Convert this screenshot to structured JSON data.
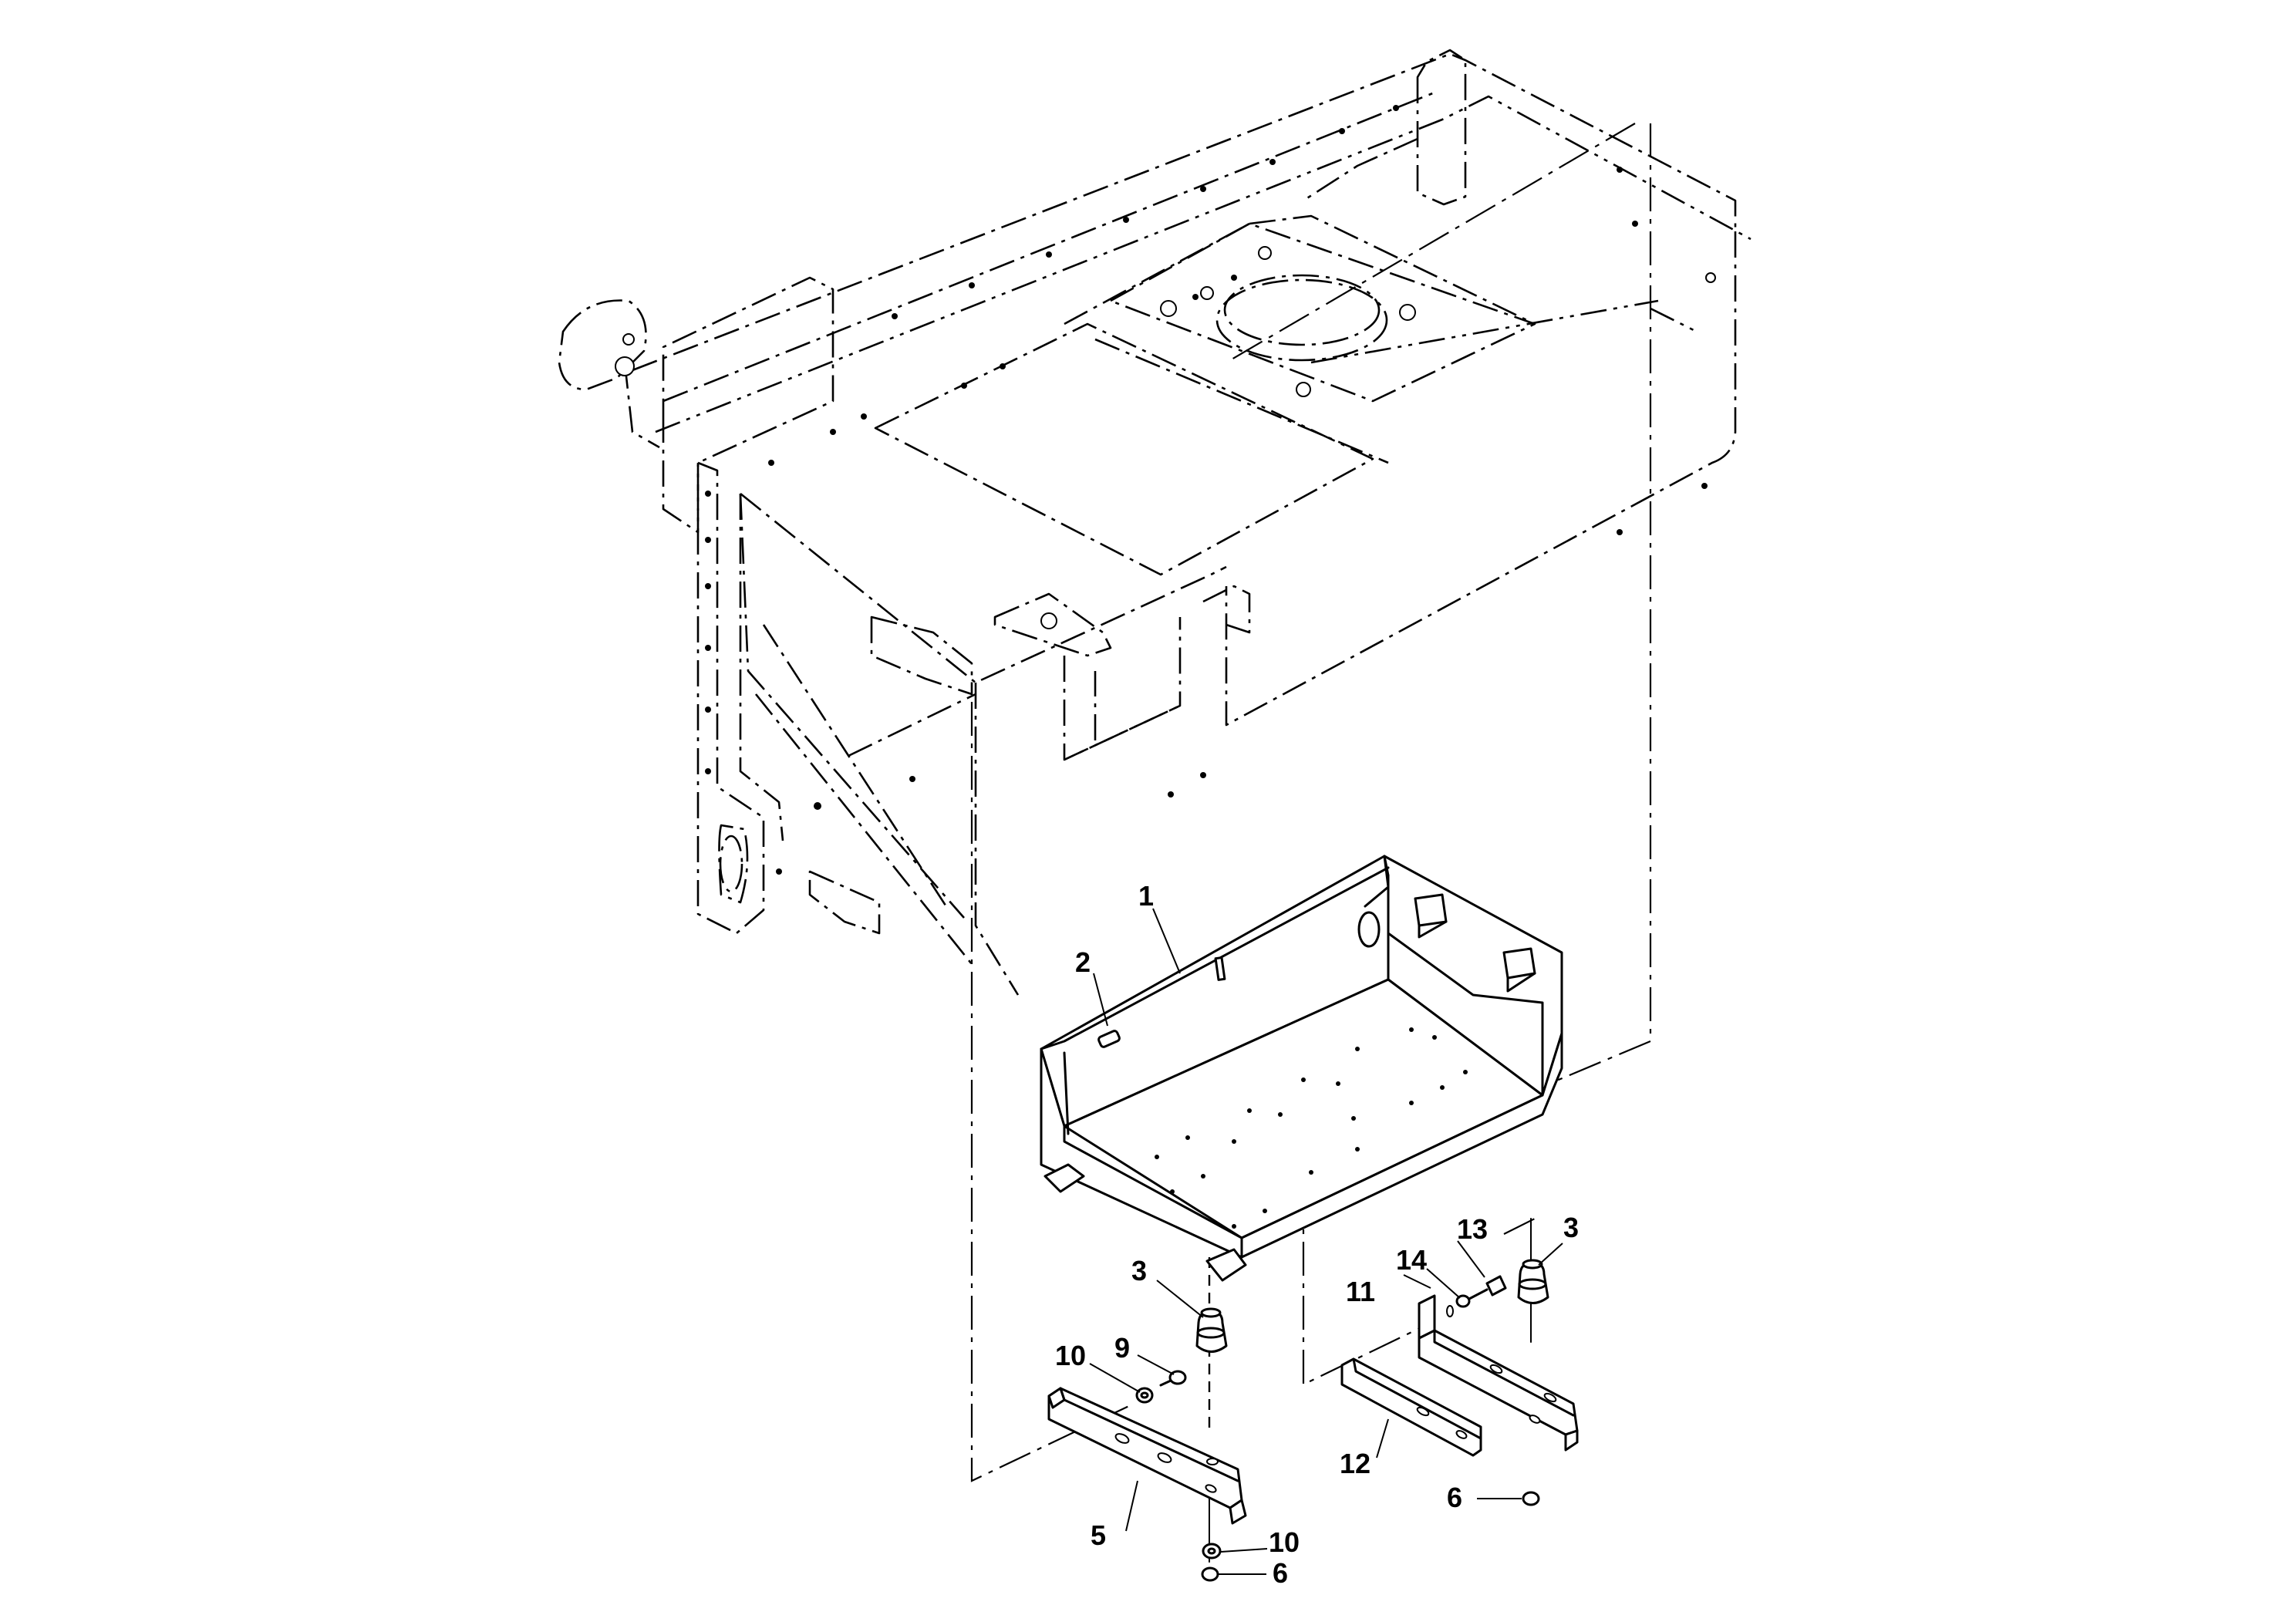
{
  "callouts": {
    "c1": "1",
    "c2": "2",
    "c3a": "3",
    "c3b": "3",
    "c5": "5",
    "c6a": "6",
    "c6b": "6",
    "c9": "9",
    "c10a": "10",
    "c10b": "10",
    "c11": "11",
    "c12": "12",
    "c13": "13",
    "c14": "14"
  }
}
